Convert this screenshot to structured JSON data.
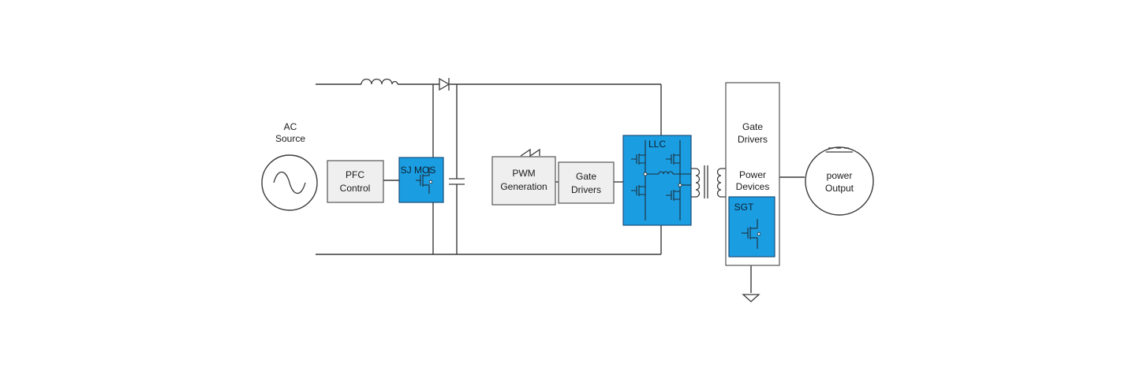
{
  "labels": {
    "ac_source_line1": "AC",
    "ac_source_line2": "Source",
    "pfc_control_line1": "PFC",
    "pfc_control_line2": "Control",
    "sj_mos": "SJ MOS",
    "pwm_generation_line1": "PWM",
    "pwm_generation_line2": "Generation",
    "gate_drivers_line1": "Gate",
    "gate_drivers_line2": "Drivers",
    "llc": "LLC",
    "right_gate_drivers_line1": "Gate",
    "right_gate_drivers_line2": "Drivers",
    "power_devices_line1": "Power",
    "power_devices_line2": "Devices",
    "sgt": "SGT",
    "power_output_line1": "power",
    "power_output_line2": "Output"
  },
  "colors": {
    "device_blue": "#1b9de2",
    "block_grey": "#efefef",
    "wire": "#3a3a3a"
  }
}
